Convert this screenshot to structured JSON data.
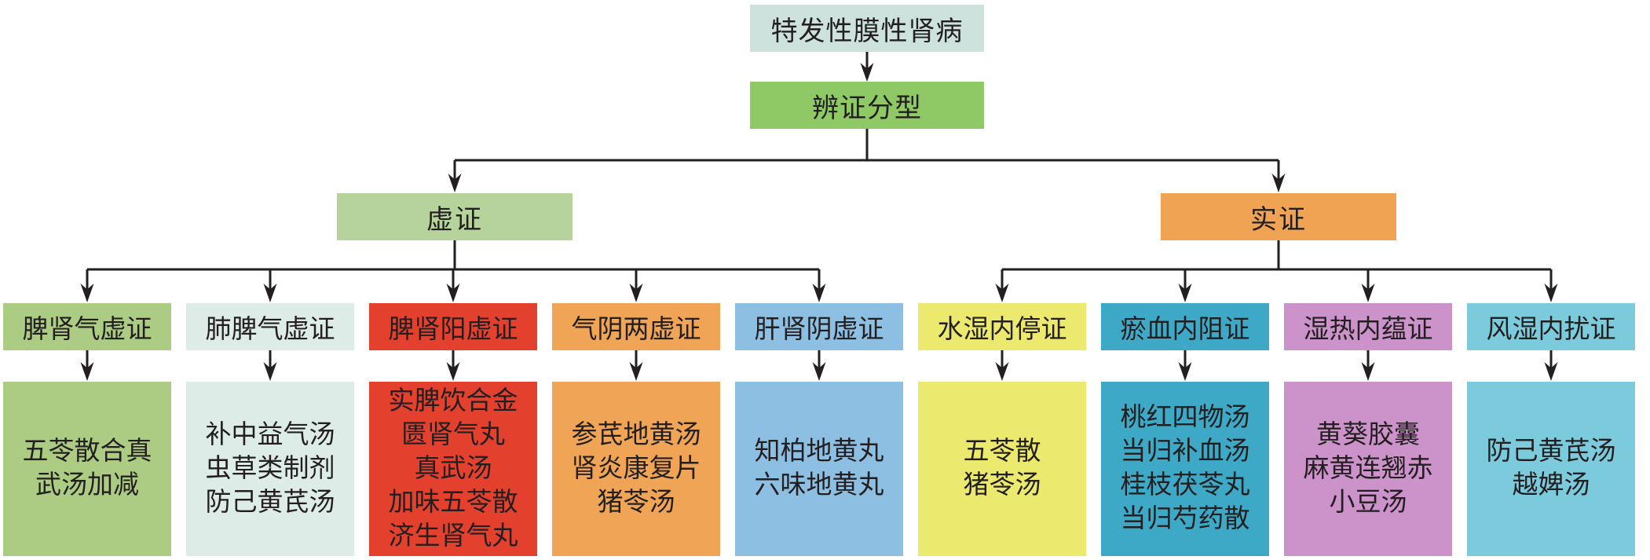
{
  "diagram": {
    "line_color": "#231f20",
    "text_color": "#231f20"
  },
  "nodes": {
    "disease": {
      "label": "特发性膜性肾病",
      "color": "#cde2dc"
    },
    "classification": {
      "label": "辨证分型",
      "color": "#8ec966"
    },
    "deficiency": {
      "label": "虚证",
      "color": "#b7d39c"
    },
    "excess": {
      "label": "实证",
      "color": "#f0a352"
    }
  },
  "columns": [
    {
      "branch": "虚证",
      "syndrome": "脾肾气虚证",
      "color": "#abcc82",
      "remedies": [
        "五苓散合真",
        "武汤加减"
      ]
    },
    {
      "branch": "虚证",
      "syndrome": "肺脾气虚证",
      "color": "#ddece6",
      "remedies": [
        "补中益气汤",
        "虫草类制剂",
        "防己黄芪汤"
      ]
    },
    {
      "branch": "虚证",
      "syndrome": "脾肾阳虚证",
      "color": "#e4402e",
      "remedies": [
        "实脾饮合金",
        "匮肾气丸",
        "真武汤",
        "加味五苓散",
        "济生肾气丸"
      ]
    },
    {
      "branch": "虚证",
      "syndrome": "气阴两虚证",
      "color": "#f0a455",
      "remedies": [
        "参芪地黄汤",
        "肾炎康复片",
        "猪苓汤"
      ]
    },
    {
      "branch": "虚证",
      "syndrome": "肝肾阴虚证",
      "color": "#8dbfe2",
      "remedies": [
        "知柏地黄丸",
        "六味地黄丸"
      ]
    },
    {
      "branch": "实证",
      "syndrome": "水湿内停证",
      "color": "#ece96f",
      "remedies": [
        "五苓散",
        "猪苓汤"
      ]
    },
    {
      "branch": "实证",
      "syndrome": "瘀血内阻证",
      "color": "#3da9c6",
      "remedies": [
        "桃红四物汤",
        "当归补血汤",
        "桂枝茯苓丸",
        "当归芍药散"
      ]
    },
    {
      "branch": "实证",
      "syndrome": "湿热内蕴证",
      "color": "#cb93ca",
      "remedies": [
        "黄葵胶囊",
        "麻黄连翘赤",
        "小豆汤"
      ]
    },
    {
      "branch": "实证",
      "syndrome": "风湿内扰证",
      "color": "#7bcbdd",
      "remedies": [
        "防己黄芪汤",
        "越婢汤"
      ]
    }
  ]
}
